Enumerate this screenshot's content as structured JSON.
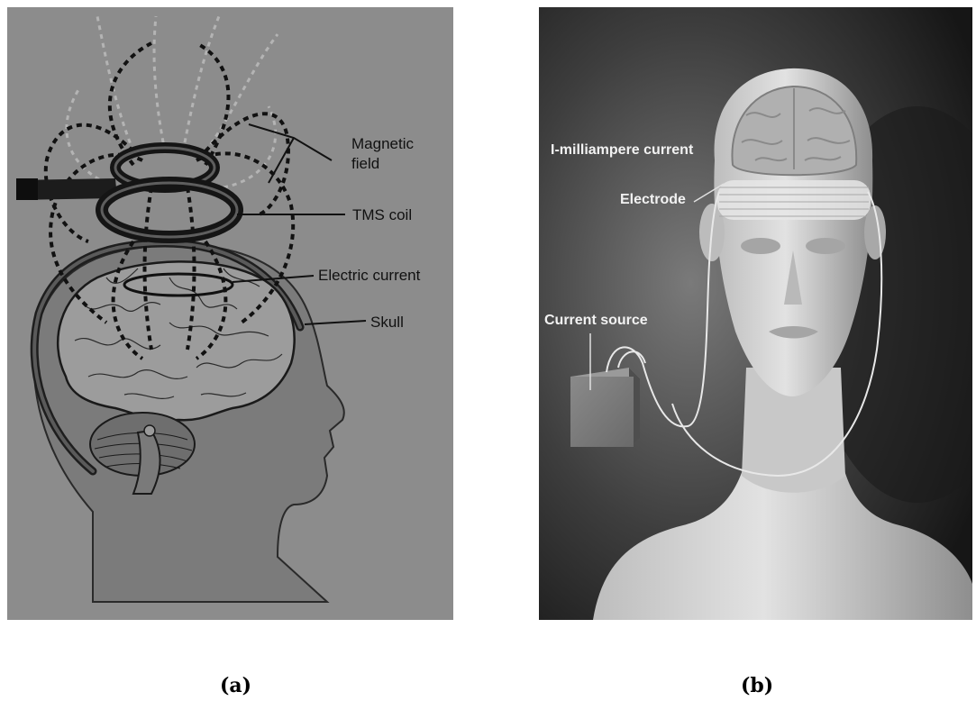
{
  "figure_a": {
    "labels": {
      "magnetic_field_line1": "Magnetic",
      "magnetic_field_line2": "field",
      "tms_coil": "TMS coil",
      "electric_current": "Electric current",
      "skull": "Skull"
    },
    "caption": "(a)",
    "colors": {
      "background": "#8c8c8c",
      "head": "#7a7a7a",
      "brain": "#9a9a9a",
      "line": "#111111",
      "field_light": "#b4b4b4"
    }
  },
  "figure_b": {
    "labels": {
      "current": "I-milliampere current",
      "electrode": "Electrode",
      "current_source": "Current source"
    },
    "caption": "(b)",
    "colors": {
      "background": "#2a2a2a",
      "figure": "#d0d0d0",
      "box": "#7e7e7e",
      "wire": "#e8e8e8"
    }
  }
}
